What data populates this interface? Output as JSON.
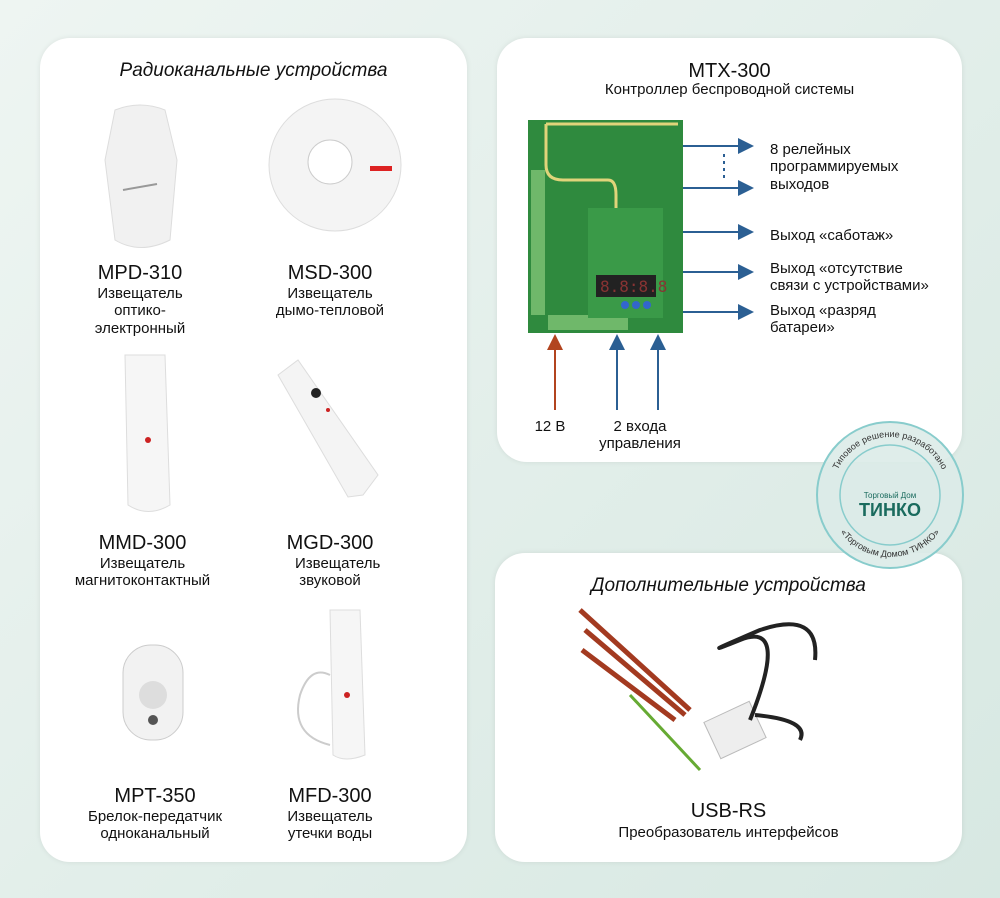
{
  "left": {
    "title": "Радиоканальные устройства",
    "devices": [
      {
        "model": "MPD-310",
        "desc": "Извещатель оптико-электронный"
      },
      {
        "model": "MSD-300",
        "desc": "Извещатель дымо-тепловой"
      },
      {
        "model": "MMD-300",
        "desc": "Извещатель магнитоконтактный"
      },
      {
        "model": "MGD-300",
        "desc": "Извещатель звуковой"
      },
      {
        "model": "MPT-350",
        "desc": "Брелок-передатчик одноканальный"
      },
      {
        "model": "MFD-300",
        "desc": "Извещатель утечки воды"
      }
    ]
  },
  "controller": {
    "model": "MTX-300",
    "desc": "Контроллер беспроводной системы",
    "outputs": [
      "8 релейных программируемых выходов",
      "Выход «саботаж»",
      "Выход «отсутствие связи с устройствами»",
      "Выход «разряд батареи»"
    ],
    "inputs": [
      "12 В",
      "2 входа управления"
    ],
    "display": "8.8:8.8"
  },
  "extra": {
    "title": "Дополнительные устройства",
    "model": "USB-RS",
    "desc": "Преобразователь интерфейсов"
  },
  "stamp": {
    "ring": "Типовое решение разработано «Торговым Домом ТИНКО»",
    "brand": "ТИНКО",
    "sub": "Торговый Дом"
  },
  "colors": {
    "arrow_blue": "#2b5f93",
    "arrow_red": "#b2441f",
    "pcb": "#2f8a3e"
  }
}
